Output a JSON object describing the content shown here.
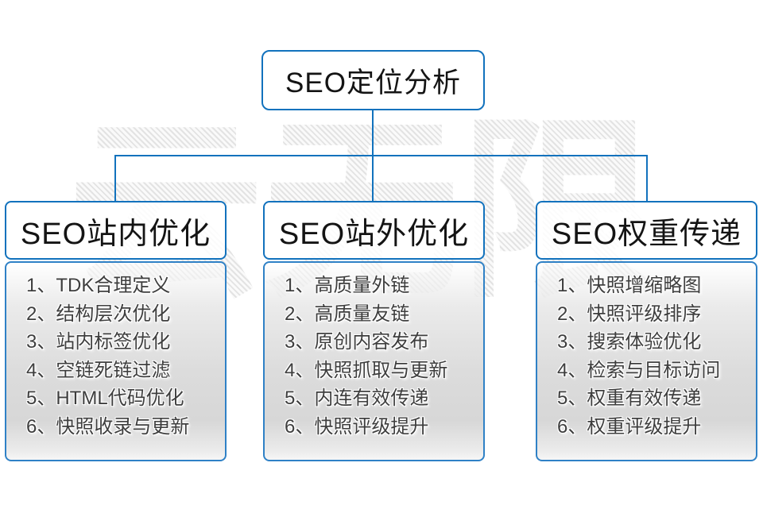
{
  "watermark": {
    "text": "云无限"
  },
  "root": {
    "title": "SEO定位分析"
  },
  "columns": [
    {
      "title": "SEO站内优化",
      "items": [
        "1、TDK合理定义",
        "2、结构层次优化",
        "3、站内标签优化",
        "4、空链死链过滤",
        "5、HTML代码优化",
        "6、快照收录与更新"
      ]
    },
    {
      "title": "SEO站外优化",
      "items": [
        "1、高质量外链",
        "2、高质量友链",
        "3、原创内容发布",
        "4、快照抓取与更新",
        "5、内连有效传递",
        "6、快照评级提升"
      ]
    },
    {
      "title": "SEO权重传递",
      "items": [
        "1、快照增缩略图",
        "2、快照评级排序",
        "3、搜索体验优化",
        "4、检索与目标访问",
        "5、权重有效传递",
        "6、权重评级提升"
      ]
    }
  ],
  "colors": {
    "accent_blue": "#1272bd",
    "panel_gray": "#dcdcdc",
    "watermark_gray": "#e3e3e3",
    "list_text": "#3e3e3e"
  }
}
